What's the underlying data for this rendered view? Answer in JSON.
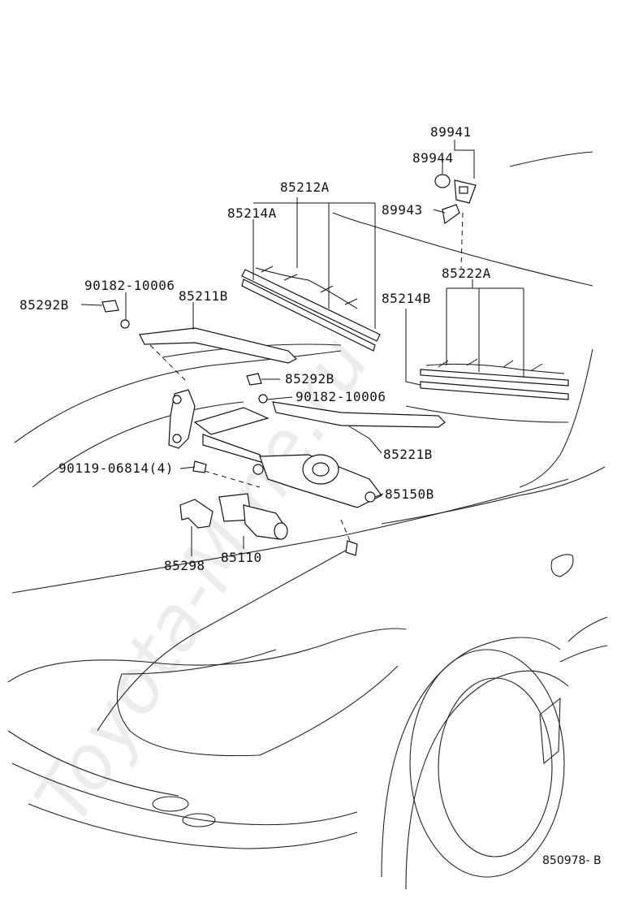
{
  "diagram": {
    "watermark": "Toyota-Mine.ru",
    "reference_code": "850978- B",
    "labels": {
      "p89941": "89941",
      "p89944": "89944",
      "p89943": "89943",
      "p85212A": "85212A",
      "p85214A": "85214A",
      "p85222A": "85222A",
      "p85214B": "85214B",
      "p90182_top": "90182-10006",
      "p85292B_left": "85292B",
      "p85211B": "85211B",
      "p85292B_right": "85292B",
      "p90182_right": "90182-10006",
      "p85221B": "85221B",
      "p90119": "90119-06814(4)",
      "p85150B": "85150B",
      "p85298": "85298",
      "p85110": "85110"
    }
  }
}
